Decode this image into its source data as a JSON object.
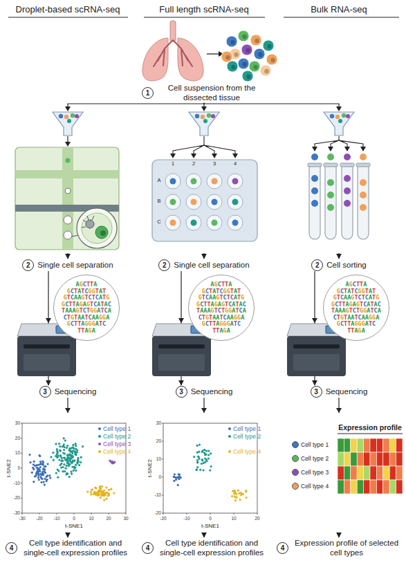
{
  "diagram": {
    "nodes": [
      {
        "text": [
          "1",
          "Cell suspension from the dissected tissue"
        ]
      },
      {
        "text": [
          "2",
          "Single cell separation"
        ]
      },
      {
        "text": [
          "2",
          "Single cell separation"
        ]
      },
      {
        "text": [
          "2",
          "Cell sorting"
        ]
      },
      {
        "text": [
          "AGCTTA GCTATCGGTAT GTCAAGTCTCATG GCTTAGAGTCATAC TAAAGTCTGGATCA CTGTAATCAAGGA GCTTAGGGATC TTAGA"
        ]
      },
      {
        "text": [
          "AGCTTA GCTATCGGTAT GTCAAGTCTCATG GCTTAGAGTCATAC TAAAGTCTGGATCA CTGTAATCAAGGA GCTTAGGGATC TTAGA"
        ]
      },
      {
        "text": [
          "AGCTTA GCTATCGGTAT GTCAAGTCTCATG GCTTAGAGTCATAC TAAAGTCTGGATCA CTGTAATCAAGGA GCTTAGGGATC TTAGA"
        ]
      },
      {
        "text": [
          "3",
          "Sequencing"
        ]
      },
      {
        "text": [
          "3",
          "Sequencing"
        ]
      },
      {
        "text": [
          "3",
          "Sequencing"
        ]
      },
      {
        "text": [
          "4",
          "Cell type identification and single-cell expression profiles"
        ]
      },
      {
        "text": [
          "4",
          "Cell type identification and single-cell expression profiles"
        ]
      },
      {
        "text": [
          "4",
          "Expression profile of selected cell types"
        ]
      }
    ],
    "edges": [
      {
        "from": 0,
        "to": 1,
        "arrow": "to"
      },
      {
        "from": 0,
        "to": 2,
        "arrow": "to"
      },
      {
        "from": 0,
        "to": 3,
        "arrow": "to"
      },
      {
        "from": 1,
        "to": 7,
        "arrow": "to"
      },
      {
        "from": 2,
        "to": 8,
        "arrow": "to"
      },
      {
        "from": 3,
        "to": 9,
        "arrow": "to"
      },
      {
        "from": 7,
        "to": 10,
        "arrow": "to"
      },
      {
        "from": 8,
        "to": 11,
        "arrow": "to"
      },
      {
        "from": 9,
        "to": 12,
        "arrow": "to"
      }
    ],
    "labels": [
      "Droplet-based scRNA-seq",
      "Full length scRNA-seq",
      "Bulk RNA-seq",
      "1",
      "2",
      "3",
      "4",
      "A",
      "B",
      "C",
      "t-SNE2",
      "t-SNE1",
      "30",
      "20",
      "10",
      "0",
      "-10",
      "-20",
      "-30",
      "-30",
      "-20",
      "-10",
      "0",
      "10",
      "20",
      "30",
      "t-SNE2",
      "t-SNE1",
      "30",
      "20",
      "10",
      "0",
      "-10",
      "-20",
      "-20",
      "-10",
      "0",
      "10",
      "20",
      "Expression profile"
    ],
    "legend": [
      {
        "text": "Cell type 1",
        "color": "#3d6fb6"
      },
      {
        "text": "Cell type 2",
        "color": "#1f9a8c"
      },
      {
        "text": "Cell type 3",
        "color": "#8e4fb5"
      },
      {
        "text": "Cell type 4",
        "color": "#e6b21c"
      },
      {
        "text": "Cell type 1",
        "color": "#3d6fb6"
      },
      {
        "text": "Cell type 2",
        "color": "#1f9a8c"
      },
      {
        "text": "Cell type 4",
        "color": "#e6b21c"
      },
      {
        "text": "Cell type 1",
        "color": "#3d78c2"
      },
      {
        "text": "Cell type 2",
        "color": "#5cb860"
      },
      {
        "text": "Cell type 3",
        "color": "#8e4fb5"
      },
      {
        "text": "Cell type 4",
        "color": "#f0a05a"
      }
    ]
  }
}
